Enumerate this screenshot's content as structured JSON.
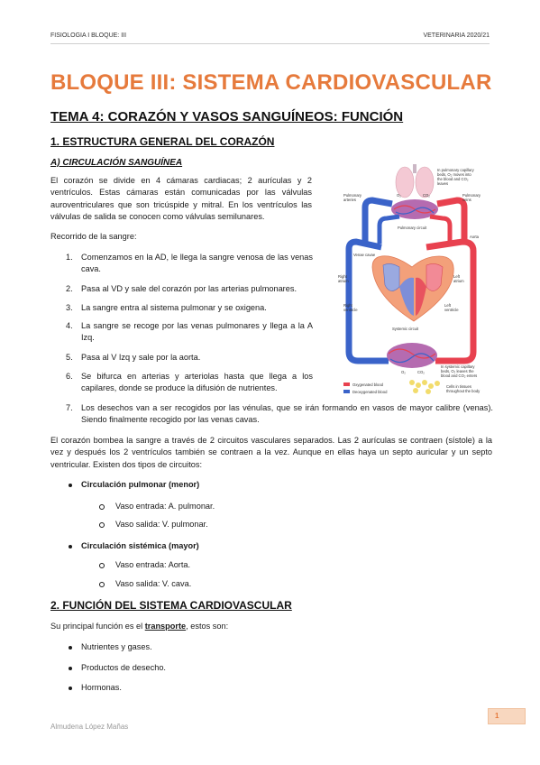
{
  "header": {
    "left": "FISIOLOGIA I BLOQUE: III",
    "right": "VETERINARIA 2020/21"
  },
  "title": "BLOQUE III: SISTEMA CARDIOVASCULAR",
  "tema": "TEMA 4: CORAZÓN Y VASOS SANGUÍNEOS: FUNCIÓN",
  "section1": {
    "heading": "1. ESTRUCTURA GENERAL DEL CORAZÓN",
    "subheading": "A) CIRCULACIÓN SANGUÍNEA",
    "intro": "El corazón se divide en 4 cámaras cardiacas; 2 aurículas y 2 ventrículos. Estas cámaras están comunicadas por las válvulas auroventriculares que son tricúspide y mitral. En los ventrículos las válvulas de salida se conocen como válvulas semilunares.",
    "route_label": "Recorrido de la sangre:",
    "steps": [
      {
        "n": "1.",
        "text": "Comenzamos en la AD, le llega la sangre venosa de las venas cava."
      },
      {
        "n": "2.",
        "text": "Pasa al VD y sale del corazón por las arterias pulmonares."
      },
      {
        "n": "3.",
        "text": "La sangre entra al sistema pulmonar y se oxigena."
      },
      {
        "n": "4.",
        "text": "La sangre se recoge por las venas pulmonares y llega a la A Izq."
      },
      {
        "n": "5.",
        "text": "Pasa al V Izq y sale por la aorta."
      },
      {
        "n": "6.",
        "text": "Se bifurca en arterias y arteriolas hasta que llega a los capilares, donde se produce la difusión de nutrientes."
      },
      {
        "n": "7.",
        "text": "Los desechos van a ser recogidos por las vénulas, que se irán formando en vasos de mayor calibre (venas). Siendo finalmente recogido por las venas cavas."
      }
    ],
    "circuits_para": "El corazón bombea la sangre a través de 2 circuitos vasculares separados. Las 2 aurículas se contraen (sístole) a la vez y después los 2 ventrículos también se contraen a la vez. Aunque en ellas haya un septo auricular y un septo ventricular. Existen dos tipos de circuitos:",
    "circuits": [
      {
        "name": "Circulación pulmonar (menor)",
        "items": [
          "Vaso entrada: A. pulmonar.",
          "Vaso salida: V. pulmonar."
        ]
      },
      {
        "name": "Circulación sistémica (mayor)",
        "items": [
          "Vaso entrada: Aorta.",
          "Vaso salida: V. cava."
        ]
      }
    ]
  },
  "diagram": {
    "labels": {
      "pul_capillary": [
        "In pulmonary capillary",
        "beds, O₂ moves into",
        "the blood and CO₂",
        "leaves"
      ],
      "pul_arteries": [
        "Pulmonary",
        "arteries"
      ],
      "pul_veins": [
        "Pulmonary",
        "veins"
      ],
      "pul_circuit": "Pulmonary circuit",
      "aorta": "Aorta",
      "venae_cavae": "Venae cavae",
      "right_atrium": [
        "Right",
        "atrium"
      ],
      "left_atrium": [
        "Left",
        "atrium"
      ],
      "right_ventricle": [
        "Right",
        "ventricle"
      ],
      "left_ventricle": [
        "Left",
        "ventricle"
      ],
      "sys_circuit": "Systemic circuit",
      "sys_capillary": [
        "In systemic capillary",
        "beds, O₂ leaves the",
        "blood and CO₂ enters"
      ],
      "legend_oxy": "Oxygenated blood",
      "legend_deoxy": "Deoxygenated blood",
      "cells": [
        "Cells in tissues",
        "throughout the body"
      ],
      "o2": "O₂",
      "co2": "CO₂"
    },
    "colors": {
      "oxygenated": "#e8414f",
      "deoxygenated": "#3a63c9",
      "heart": "#f3a07a"
    }
  },
  "section2": {
    "heading": "2. FUNCIÓN DEL SISTEMA CARDIOVASCULAR",
    "intro_before": "Su principal función es el ",
    "intro_key": "transporte",
    "intro_after": ", estos son:",
    "items": [
      "Nutrientes y gases.",
      "Productos de desecho.",
      "Hormonas."
    ]
  },
  "footer": {
    "author": "Almudena López Mañas",
    "page": "1"
  }
}
